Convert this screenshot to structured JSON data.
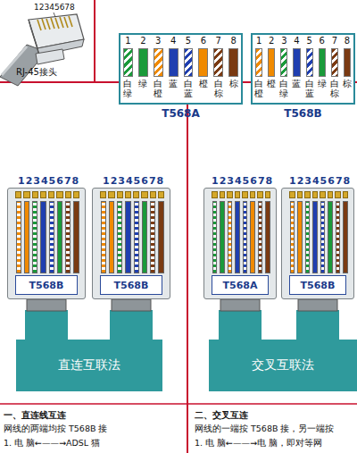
{
  "diagram": {
    "nodes": [
      {
        "text": [
          "1",
          "2",
          "3",
          "4",
          "5",
          "6",
          "7",
          "8",
          "白绿",
          "绿",
          "白橙",
          "蓝",
          "白蓝",
          "橙",
          "白棕",
          "棕",
          "T568A"
        ]
      },
      {
        "text": [
          "1",
          "2",
          "3",
          "4",
          "5",
          "6",
          "7",
          "8",
          "白橙",
          "橙",
          "白绿",
          "蓝",
          "白蓝",
          "绿",
          "白棕",
          "棕",
          "T568B"
        ]
      },
      {
        "text": [
          "T568B"
        ]
      },
      {
        "text": [
          "T568B"
        ]
      },
      {
        "text": [
          "直连互联法"
        ]
      },
      {
        "text": [
          "T568A"
        ]
      },
      {
        "text": [
          "T568B"
        ]
      },
      {
        "text": [
          "交叉互联法"
        ]
      }
    ],
    "labels": [
      "12345678",
      "RJ-45接头",
      "12345678",
      "12345678",
      "12345678",
      "12345678",
      "一、直连线互连",
      "网线的两端均按 T568B 接",
      "1. 电 脑←——→ADSL 猫",
      "二、交叉互连",
      "网线的一端按 T568B 接，另一端按",
      "1. 电 脑←——→电 脑，即对等网"
    ]
  }
}
